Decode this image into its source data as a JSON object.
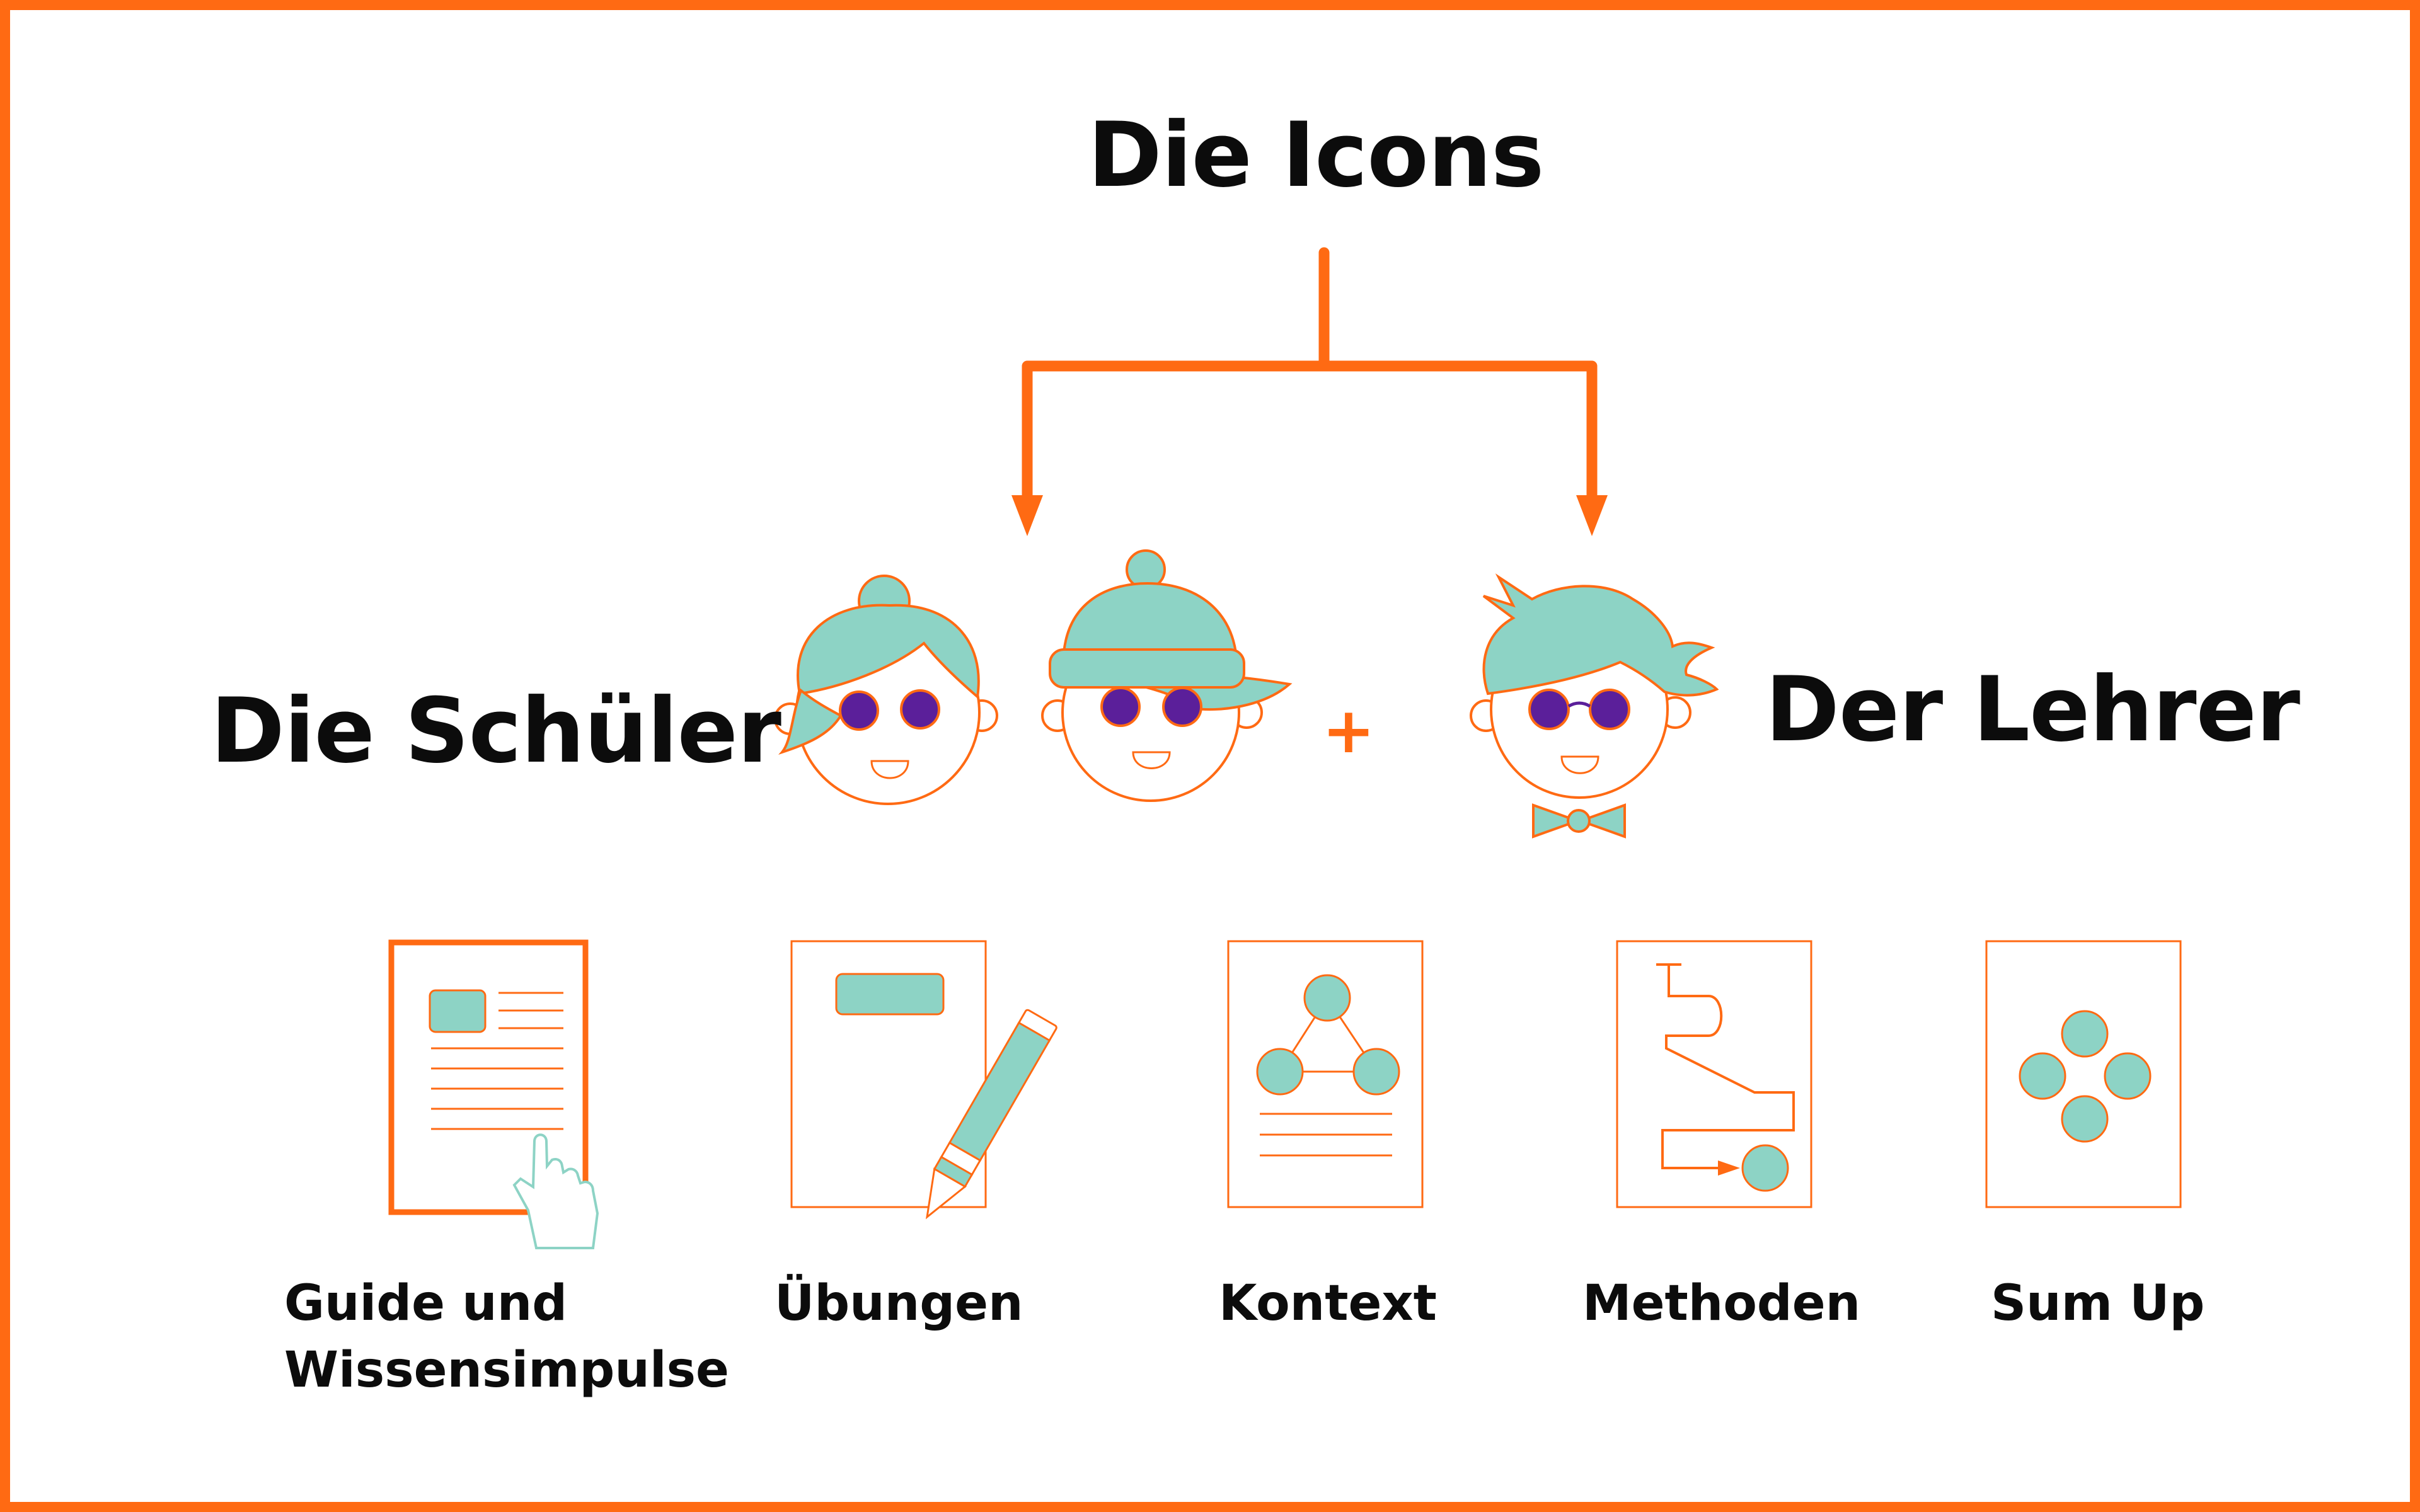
{
  "title": "Die Icons",
  "students_label": "Die Schüler",
  "teacher_label": "Der Lehrer",
  "plus_sign": "+",
  "categories": [
    {
      "line1": "Guide und",
      "line2": "Wissensimpulse",
      "icon": "guide-document-hand-icon"
    },
    {
      "line1": "Übungen",
      "icon": "exercise-pencil-icon"
    },
    {
      "line1": "Kontext",
      "icon": "context-network-icon"
    },
    {
      "line1": "Methoden",
      "icon": "method-flow-icon"
    },
    {
      "line1": "Sum Up",
      "icon": "sum-up-circles-icon"
    }
  ],
  "colors": {
    "accent_orange": "#ff6a13",
    "mint": "#8dd3c5",
    "eye_purple": "#5b1f9a",
    "text": "#0c0c0c",
    "background": "#ffffff"
  }
}
